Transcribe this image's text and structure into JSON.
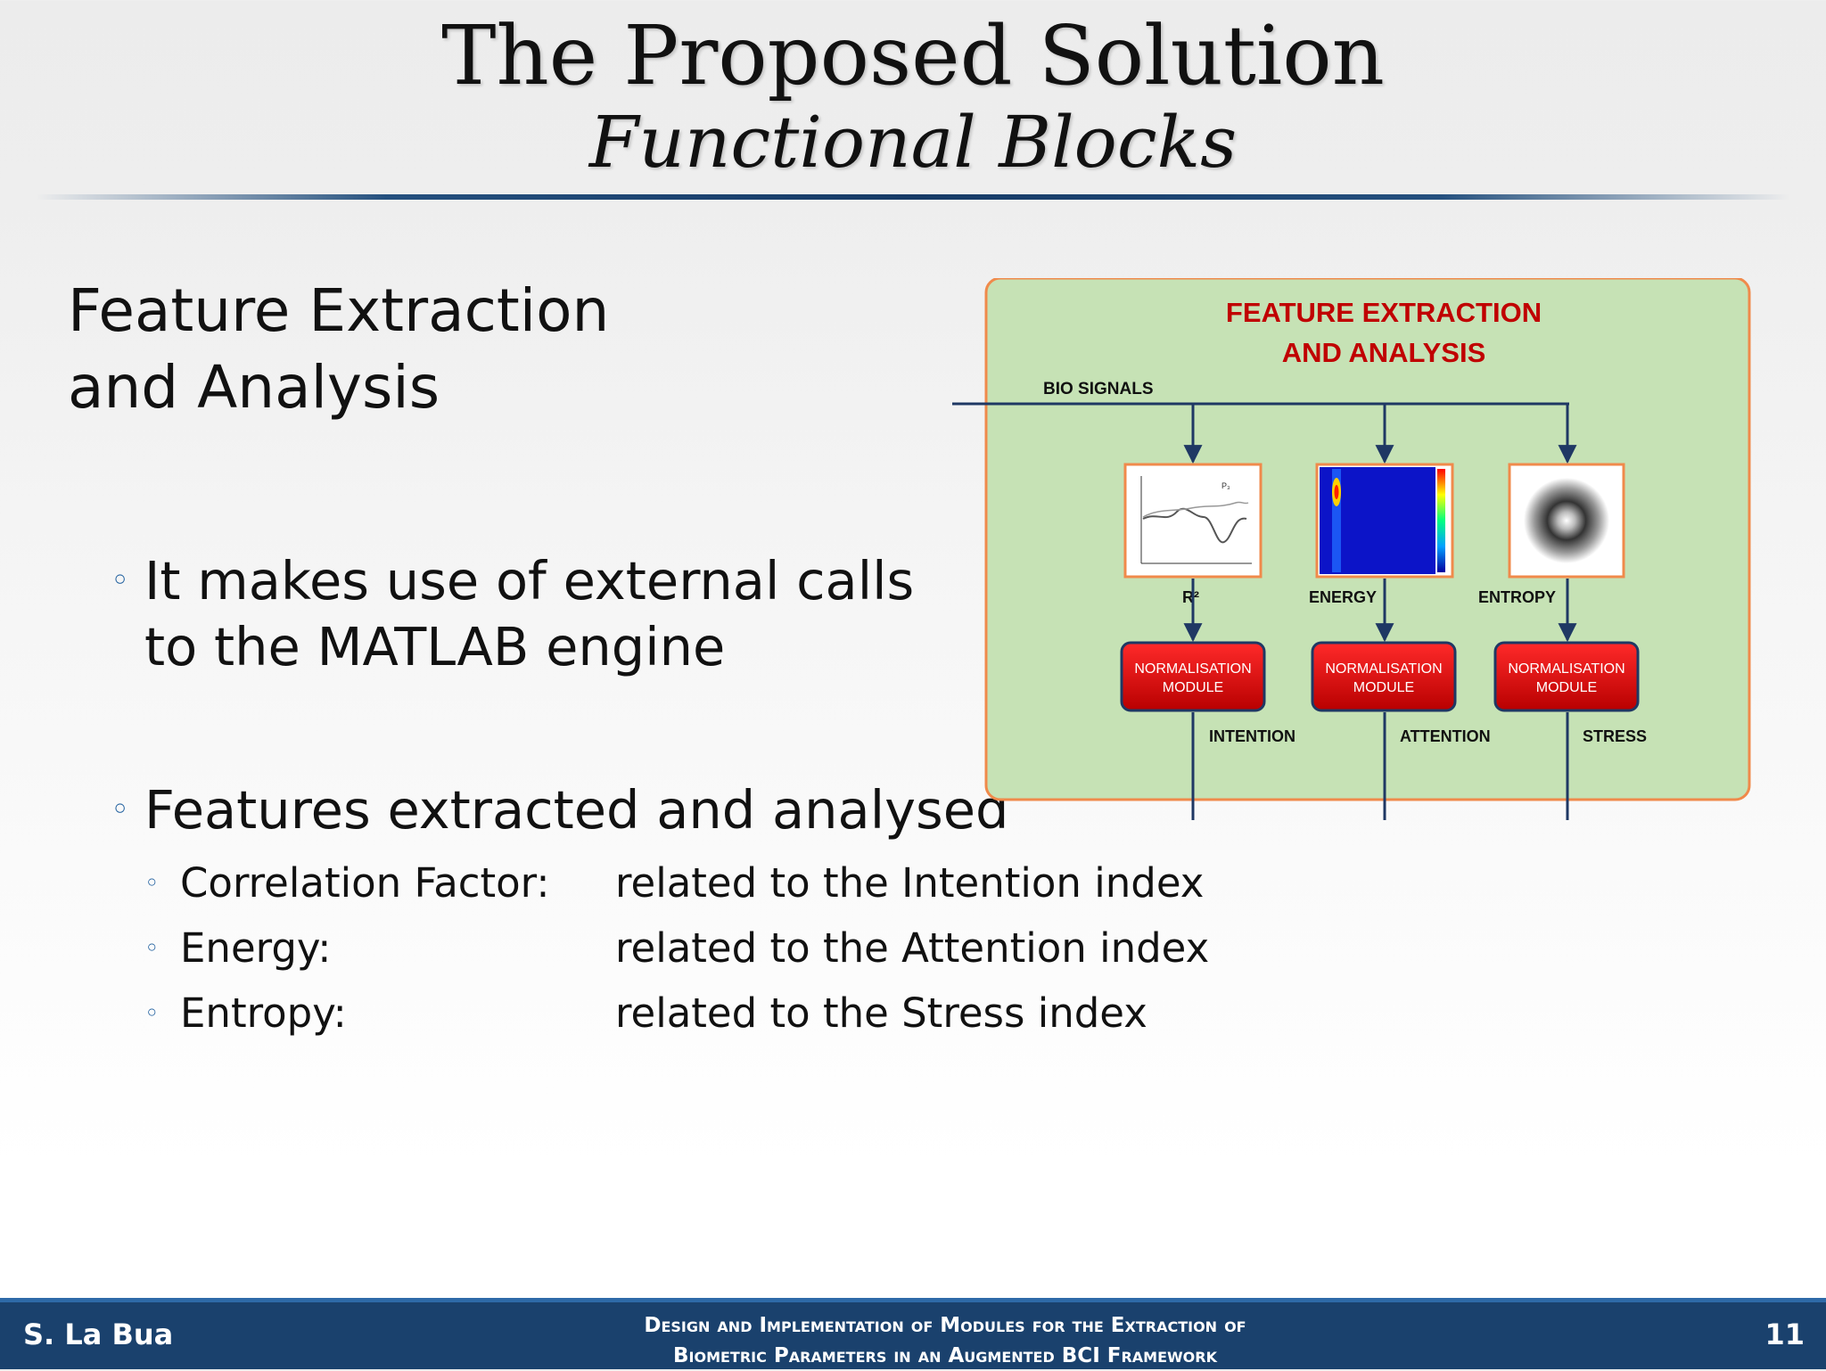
{
  "slide": {
    "title": "The Proposed Solution",
    "subtitle": "Functional Blocks",
    "section_heading": [
      "Feature Extraction",
      "and Analysis"
    ],
    "bullets": [
      {
        "lines": [
          "It makes use of external calls",
          "to the MATLAB engine"
        ]
      },
      {
        "lines": [
          "Features extracted and analysed"
        ]
      }
    ],
    "sub_bullets": [
      {
        "term": "Correlation Factor:",
        "desc": "related to the Intention index"
      },
      {
        "term": "Energy:",
        "desc": "related to the Attention index"
      },
      {
        "term": "Entropy:",
        "desc": "related to the Stress index"
      }
    ]
  },
  "diagram": {
    "title": [
      "FEATURE EXTRACTION",
      "AND ANALYSIS"
    ],
    "input_label": "BIO SIGNALS",
    "features": [
      "R²",
      "ENERGY",
      "ENTROPY"
    ],
    "module_label": [
      "NORMALISATION",
      "MODULE"
    ],
    "outputs": [
      "INTENTION",
      "ATTENTION",
      "STRESS"
    ],
    "colors": {
      "panel": "#c6e2b5",
      "panel_border": "#f08a4b",
      "title": "#c00000",
      "module": "#d40000",
      "arrow": "#1f3864"
    }
  },
  "footer": {
    "author": "S. La Bua",
    "title": [
      "Design and Implementation of Modules for the Extraction of",
      "Biometric Parameters in an Augmented BCI Framework"
    ],
    "page": "11"
  }
}
